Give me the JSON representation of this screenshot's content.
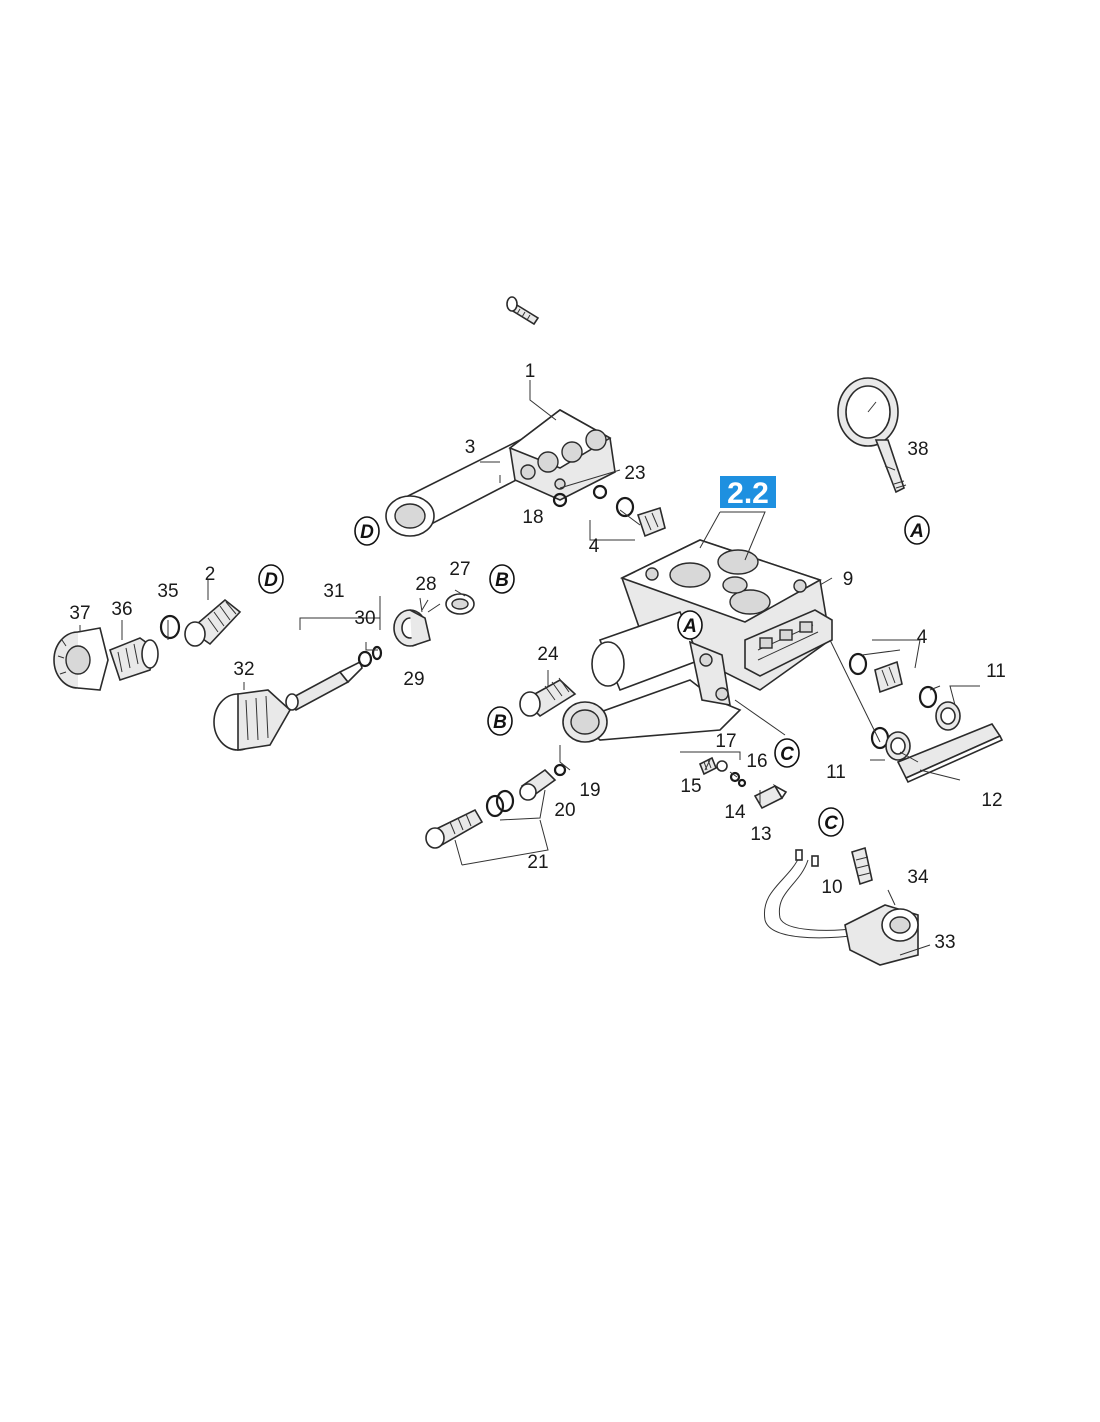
{
  "section_badge": {
    "text": "2.2",
    "color": "#1e90e0"
  },
  "callouts": {
    "p1": "1",
    "p2": "2",
    "p3": "3",
    "p4a": "4",
    "p4b": "4",
    "p9": "9",
    "p10": "10",
    "p11a": "11",
    "p11b": "11",
    "p12": "12",
    "p13": "13",
    "p14": "14",
    "p15": "15",
    "p16": "16",
    "p17": "17",
    "p18": "18",
    "p19": "19",
    "p20": "20",
    "p21": "21",
    "p23": "23",
    "p24": "24",
    "p27": "27",
    "p28": "28",
    "p29": "29",
    "p30": "30",
    "p31": "31",
    "p32": "32",
    "p33": "33",
    "p34": "34",
    "p35": "35",
    "p36": "36",
    "p37": "37",
    "p38": "38"
  },
  "connectors": {
    "d_top": "D",
    "d_left": "D",
    "a_gauge": "A",
    "a_block": "A",
    "b_right": "B",
    "b_left": "B",
    "c_block": "C",
    "c_sensor": "C"
  }
}
